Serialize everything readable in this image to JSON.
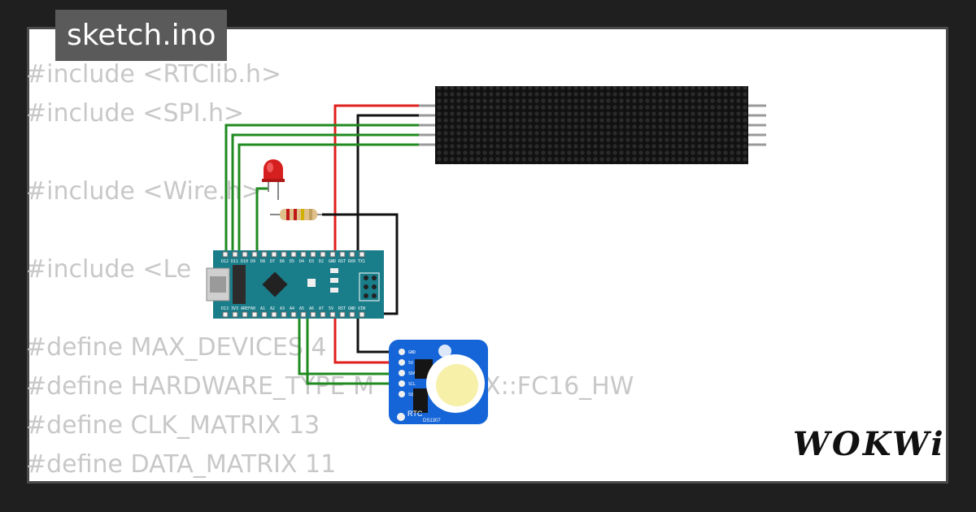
{
  "editor": {
    "filename": "sketch.ino",
    "code_lines": [
      "#include <RTClib.h>",
      "#include <SPI.h>",
      "",
      "#include <Wire.h>",
      "",
      "#include <Le",
      "",
      "#define MAX_DEVICES 4",
      "#define HARDWARE_TYPE M        72XX::FC16_HW",
      "#define CLK_MATRIX 13",
      "#define DATA_MATRIX 11"
    ]
  },
  "components": {
    "rtc": {
      "label": "RTC",
      "chip": "DS1307",
      "pins": [
        "GND",
        "5V",
        "SDA",
        "SCL",
        "SQW"
      ]
    },
    "nano": {
      "top_pins": [
        "D12",
        "D11",
        "D10",
        "D9",
        "D8",
        "D7",
        "D6",
        "D5",
        "D4",
        "D3",
        "D2",
        "GND",
        "RST",
        "RX0",
        "TX1"
      ],
      "bottom_pins": [
        "D13",
        "3V3",
        "AREF",
        "A0",
        "A1",
        "A2",
        "A3",
        "A4",
        "A5",
        "A6",
        "A7",
        "5V",
        "RST",
        "GND",
        "VIN"
      ]
    }
  },
  "brand": {
    "logo_text": "WOKWi"
  },
  "colors": {
    "background": "#1f1f1f",
    "card": "#ffffff",
    "wire_red": "#e0201c",
    "wire_green": "#1f8a1f",
    "wire_black": "#111111",
    "nano_board": "#1a7d8a",
    "rtc_board": "#1565d8"
  }
}
